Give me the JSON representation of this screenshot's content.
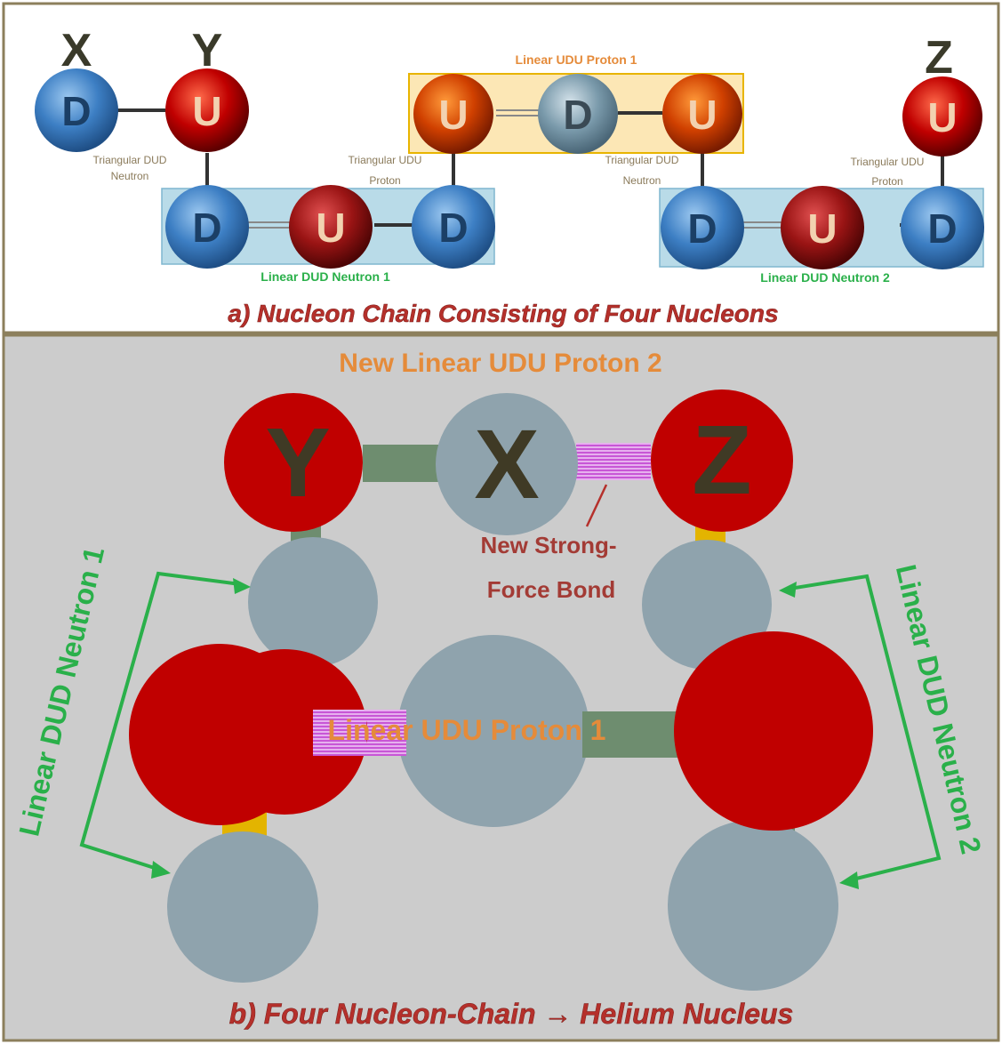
{
  "panel_a": {
    "letters": {
      "x": "X",
      "y": "Y",
      "z": "Z"
    },
    "quark_up": "U",
    "quark_down": "D",
    "labels": {
      "linear_udu_proton_1": "Linear UDU Proton 1",
      "linear_dud_neutron_1": "Linear DUD Neutron 1",
      "linear_dud_neutron_2": "Linear DUD Neutron 2",
      "tri_dud_neutron_1": "Triangular DUD",
      "tri_dud_neutron_2": "Neutron",
      "tri_udu_proton_1": "Triangular UDU",
      "tri_udu_proton_2": "Proton",
      "tri_dud_neutron_b1": "Triangular DUD",
      "tri_dud_neutron_b2": "Neutron",
      "tri_udu_proton_b1": "Triangular UDU",
      "tri_udu_proton_b2": "Proton"
    },
    "caption": "a) Nucleon Chain Consisting of Four Nucleons"
  },
  "panel_b": {
    "title": "New Linear UDU Proton 2",
    "letters": {
      "y": "Y",
      "x": "X",
      "z": "Z"
    },
    "bond_label_1": "New Strong-",
    "bond_label_2": "Force Bond",
    "center_label": "Linear UDU Proton 1",
    "left_arrow_label": "Linear DUD Neutron 1",
    "right_arrow_label": "Linear DUD Neutron 2",
    "caption": "b) Four Nucleon-Chain → Helium Nucleus"
  },
  "colors": {
    "up_quark": "#c00000",
    "down_quark": "#3d7fc4",
    "gray_quark": "#8fa3ad",
    "orange_label": "#e58b3a",
    "green_label": "#2ab04a",
    "red_caption": "#b5302b",
    "bond_green": "#6e8d6f",
    "bond_yellow": "#e3b400",
    "bond_magenta": "#c040d0",
    "panel_b_bg": "#cccccc",
    "frame": "#8c7f5c"
  }
}
